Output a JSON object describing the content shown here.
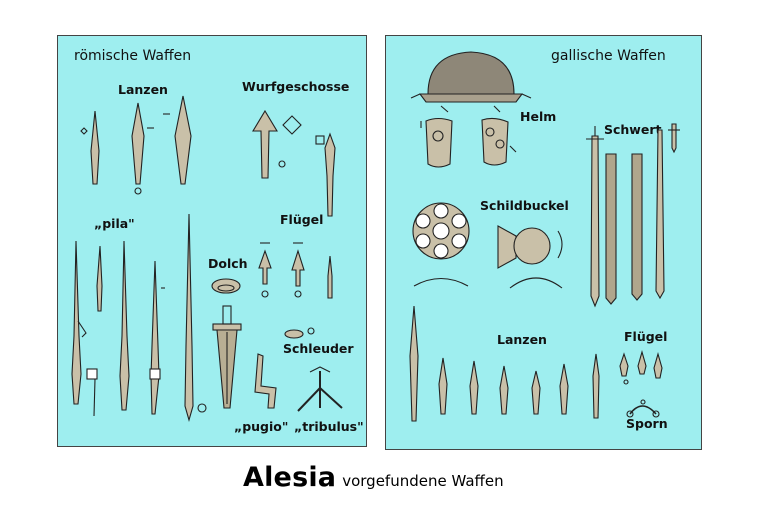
{
  "roman": {
    "title": "römische Waffen",
    "lanzen": "Lanzen",
    "wurfgeschosse": "Wurfgeschosse",
    "pila": "„pila\"",
    "fluegel": "Flügel",
    "dolch": "Dolch",
    "schleuder": "Schleuder",
    "pugio": "„pugio\"",
    "tribulus": "„tribulus\""
  },
  "gallic": {
    "title": "gallische Waffen",
    "helm": "Helm",
    "schwert": "Schwert",
    "schildbuckel": "Schildbuckel",
    "lanzen": "Lanzen",
    "fluegel": "Flügel",
    "sporn": "Sporn"
  },
  "caption": {
    "title": "Alesia",
    "subtitle": "vorgefundene Waffen"
  },
  "colors": {
    "panel": "#9eeeef",
    "ink": "#222222"
  }
}
